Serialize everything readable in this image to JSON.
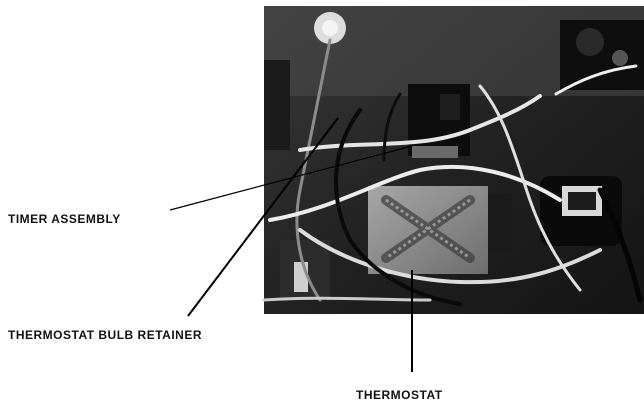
{
  "labels": {
    "timer_assembly": "TIMER ASSEMBLY",
    "thermostat_bulb_retainer": "THERMOSTAT BULB RETAINER",
    "thermostat": "THERMOSTAT"
  },
  "photo": {
    "subject": "Interior of appliance control compartment showing wiring, timer and thermostat"
  },
  "colors": {
    "background": "#ffffff",
    "label_text": "#111111",
    "leader_line": "#000000"
  }
}
